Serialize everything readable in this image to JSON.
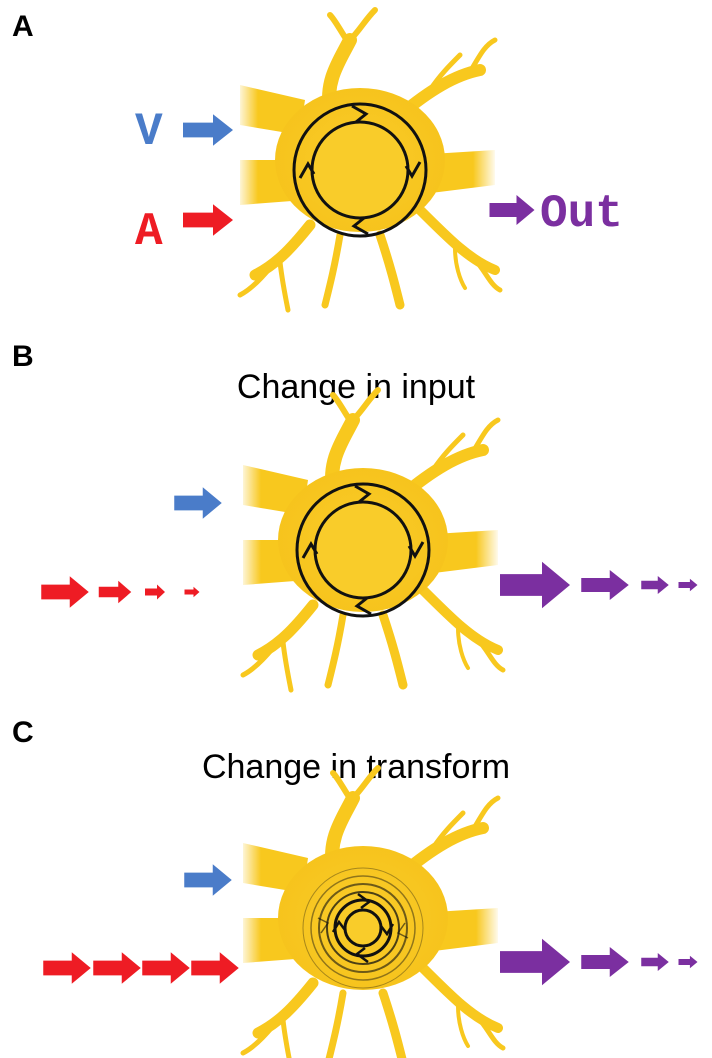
{
  "panels": [
    {
      "letter": "A",
      "title": ""
    },
    {
      "letter": "B",
      "title": "Change in input"
    },
    {
      "letter": "C",
      "title": "Change in transform"
    }
  ],
  "labels": {
    "visual": "V",
    "auditory": "A",
    "output": "Out"
  },
  "colors": {
    "neuron": "#F8C81E",
    "neuron_glow": "#FCE07A",
    "visual": "#4A7CC9",
    "auditory": "#EE1C24",
    "output": "#7B2FA0",
    "ring": "#111111"
  }
}
